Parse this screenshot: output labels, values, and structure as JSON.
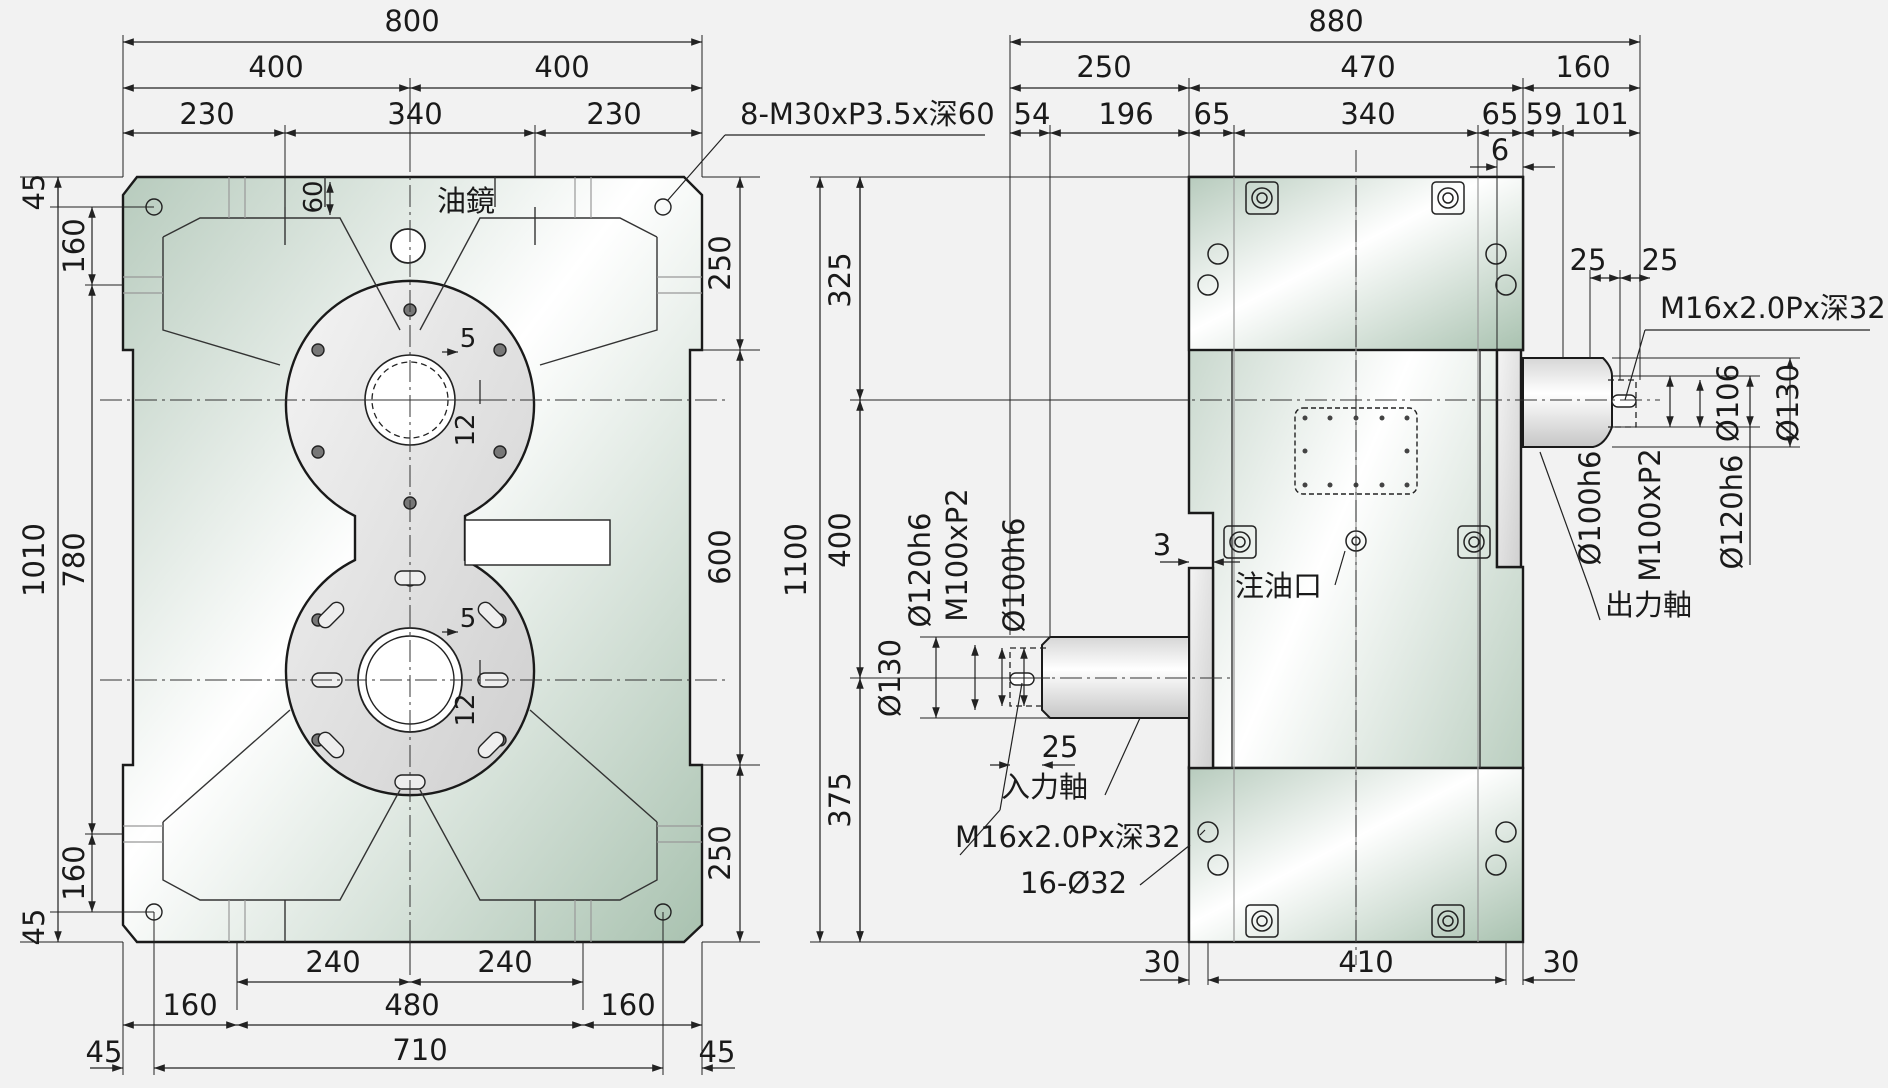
{
  "front_view": {
    "top_dims": {
      "overall": "800",
      "half_left": "400",
      "half_right": "400",
      "seg_left": "230",
      "seg_mid": "340",
      "seg_right": "230"
    },
    "left_dims": {
      "top_45": "45",
      "top_160": "160",
      "height_1010": "1010",
      "height_780": "780",
      "bottom_160": "160",
      "bottom_45": "45"
    },
    "right_dims": {
      "top_250": "250",
      "mid_600": "600",
      "bottom_250": "250"
    },
    "bottom_dims": {
      "half_left_240": "240",
      "half_right_240": "240",
      "left_160": "160",
      "mid_480": "480",
      "right_160": "160",
      "left_45": "45",
      "span_710": "710",
      "right_45": "45"
    },
    "small_dims": {
      "corner_60": "60",
      "upper_5": "5",
      "upper_12": "12",
      "lower_5": "5",
      "lower_12": "12"
    },
    "labels": {
      "thread_note": "8-M30xP3.5x深60",
      "oil_sight": "油鏡"
    }
  },
  "side_view": {
    "top_dims": {
      "overall": "880",
      "seg_250": "250",
      "seg_470": "470",
      "seg_160": "160",
      "d54": "54",
      "d196": "196",
      "d65a": "65",
      "d340": "340",
      "d65b": "65",
      "d59": "59",
      "d101": "101",
      "d6": "6",
      "d25a": "25",
      "d25b": "25"
    },
    "left_dims": {
      "total_1100": "1100",
      "d325": "325",
      "d400": "400",
      "d375": "375"
    },
    "bottom_dims": {
      "d30a": "30",
      "d410": "410",
      "d30b": "30"
    },
    "input_shaft": {
      "d130": "Ø130",
      "d120h6": "Ø120h6",
      "m100": "M100xP2",
      "d100h6": "Ø100h6",
      "d3": "3",
      "d25": "25",
      "label": "入力軸",
      "thread": "M16x2.0Px深32",
      "holes": "16-Ø32"
    },
    "output_shaft": {
      "thread": "M16x2.0Px深32",
      "d106": "Ø106",
      "d130": "Ø130",
      "d100h6": "Ø100h6",
      "m100": "M100xP2",
      "d120h6": "Ø120h6",
      "label": "出力軸"
    },
    "oil_inlet": "注油口"
  }
}
